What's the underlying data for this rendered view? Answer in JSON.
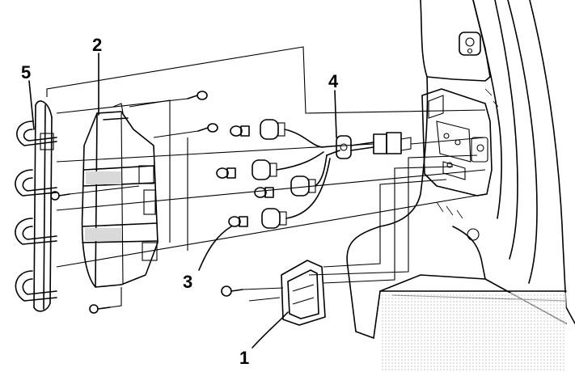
{
  "callouts": {
    "label_1": "1",
    "label_2": "2",
    "label_3": "3",
    "label_4": "4",
    "label_5": "5"
  },
  "colors": {
    "ink": "#000000",
    "paper": "#ffffff",
    "shade": "#d9d9d9"
  }
}
